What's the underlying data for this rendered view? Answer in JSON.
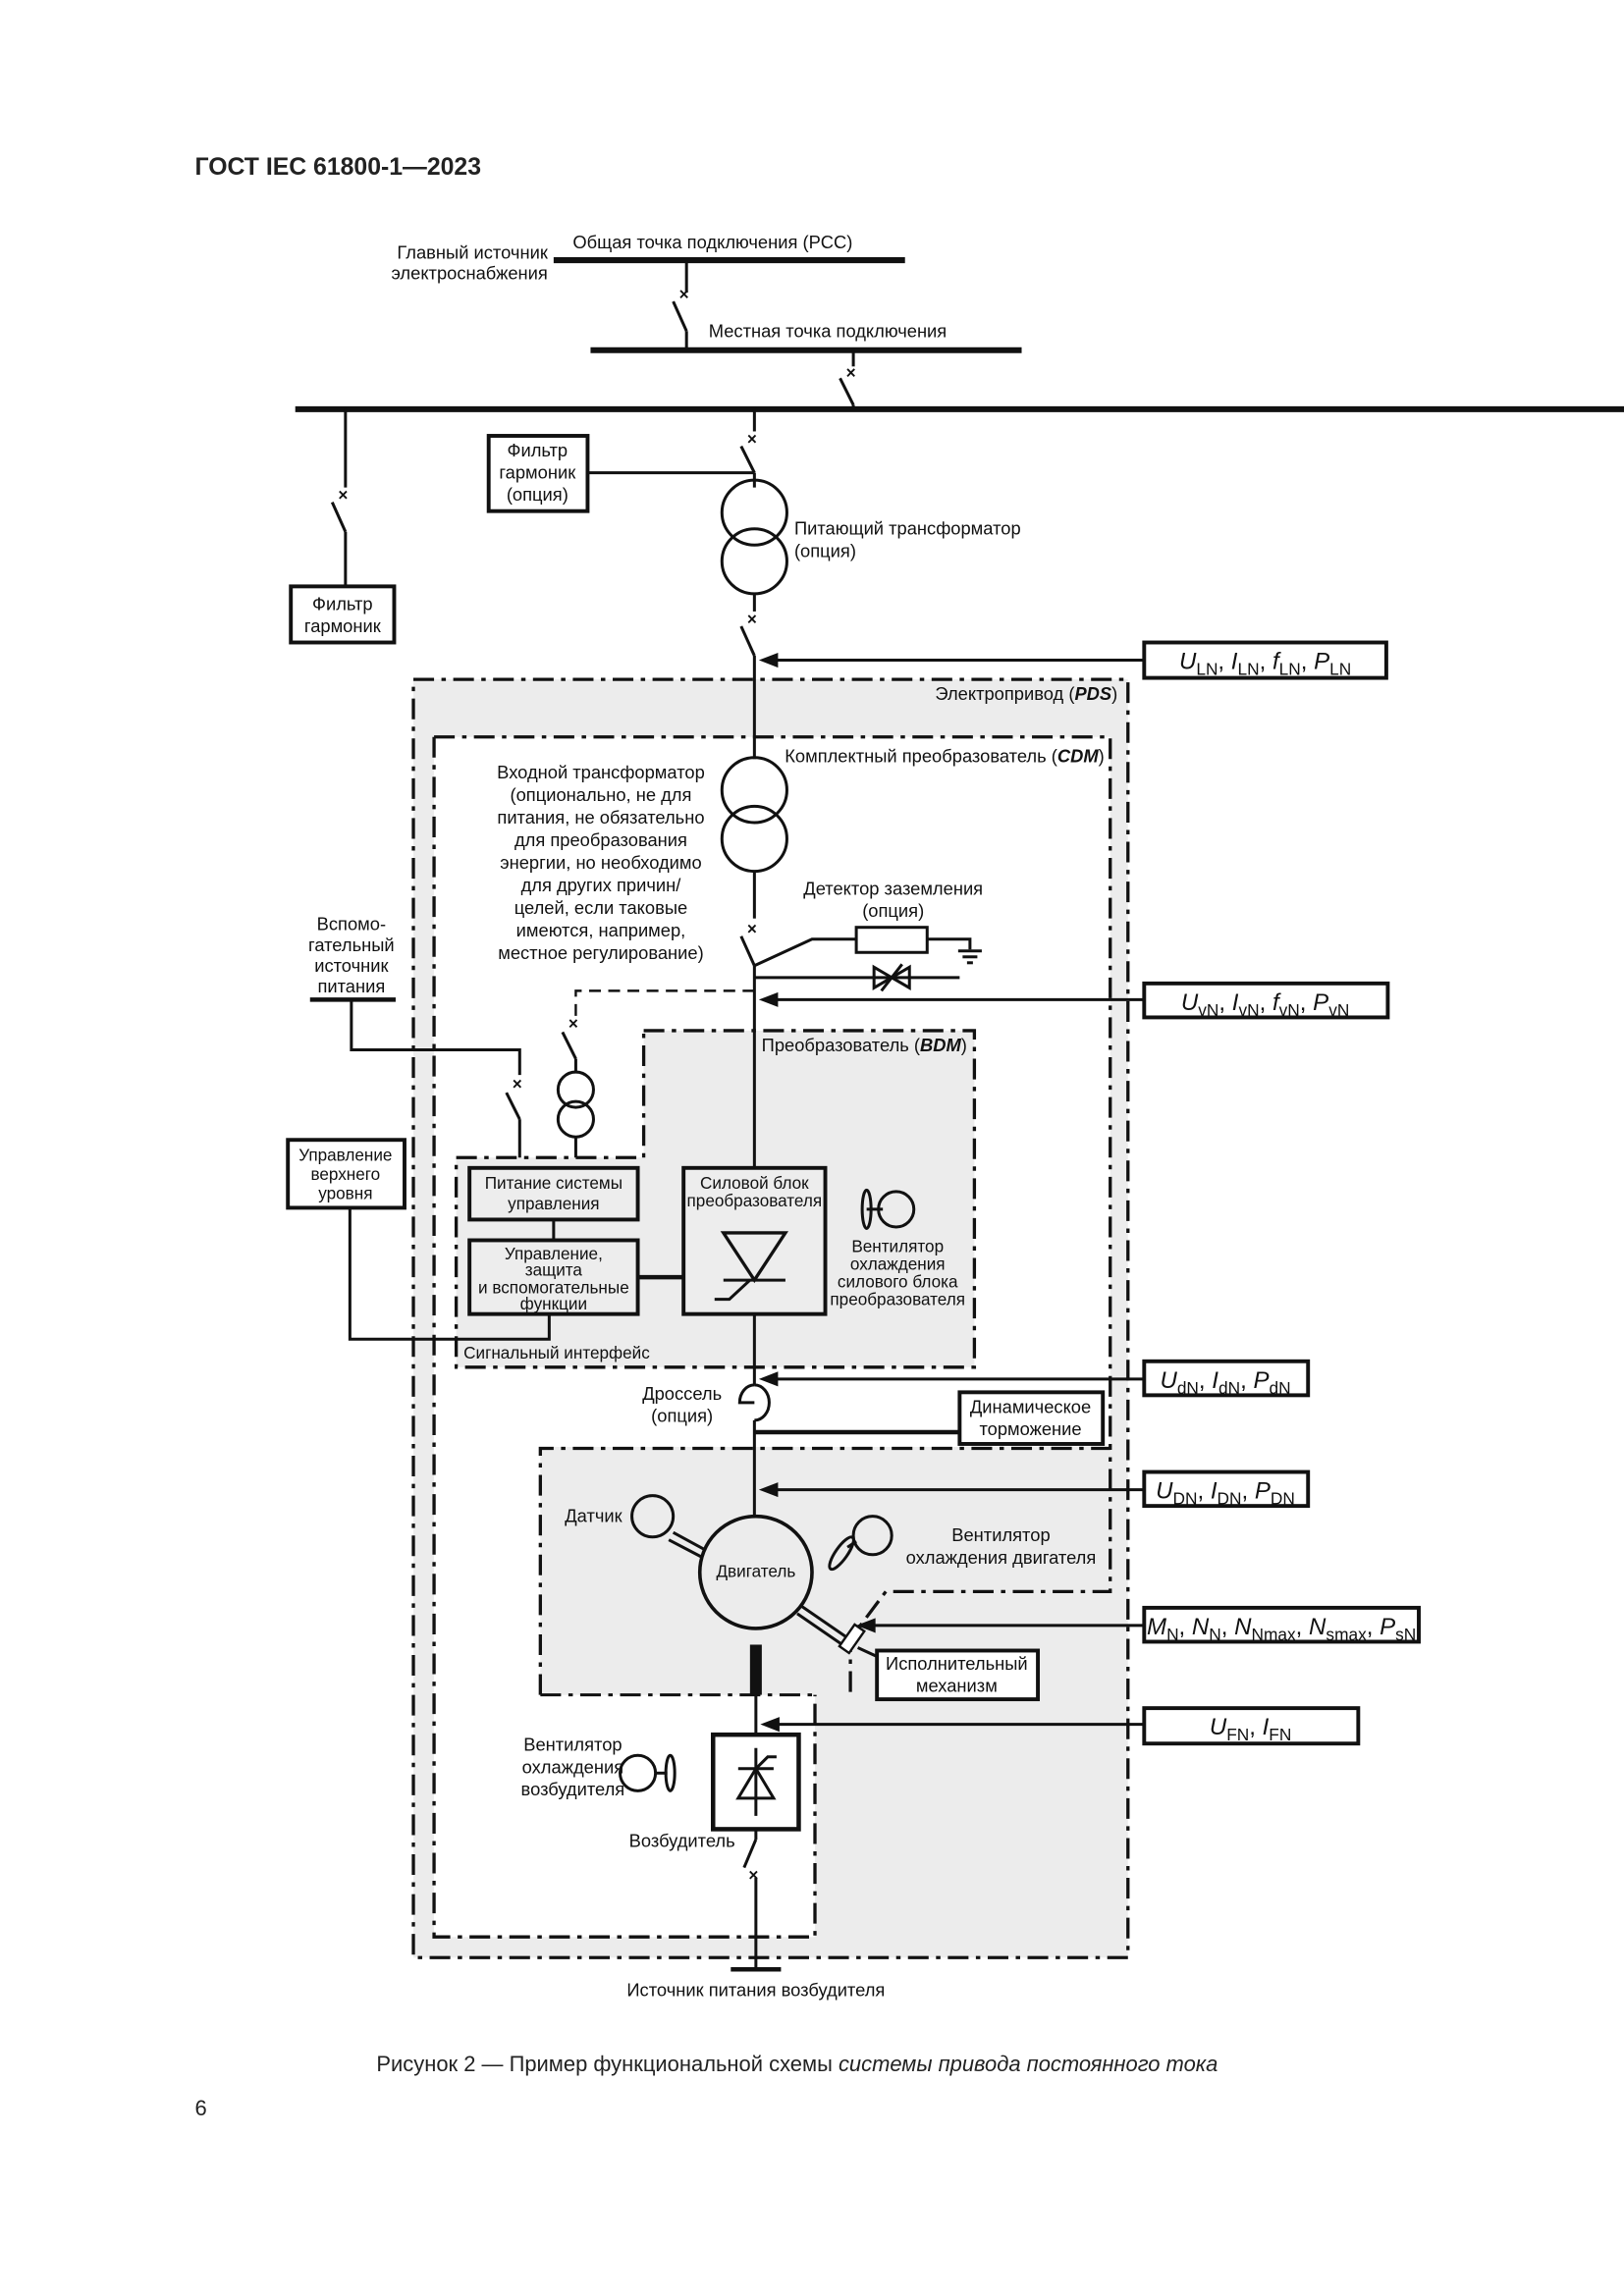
{
  "header": {
    "title": "ГОСТ IEC 61800-1—2023"
  },
  "diagram": {
    "main_supply": [
      "Главный источник",
      "электроснабжения"
    ],
    "pcc": "Общая точка подключения (PCC)",
    "local_point": "Местная точка подключения",
    "harmonic_filter_option": [
      "Фильтр",
      "гармоник",
      "(опция)"
    ],
    "harmonic_filter": [
      "Фильтр",
      "гармоник"
    ],
    "feed_transformer": [
      "Питающий трансформатор",
      "(опция)"
    ],
    "pds_label": {
      "text": "Электропривод (",
      "abbr": "PDS",
      "close": ")"
    },
    "cdm_label": {
      "text": "Комплектный преобразователь (",
      "abbr": "CDM",
      "close": ")"
    },
    "bdm_label": {
      "text": "Преобразователь (",
      "abbr": "BDM",
      "close": ")"
    },
    "input_transformer": [
      "Входной трансформатор",
      "(опционально, не для",
      "питания, не обязательно",
      "для преобразования",
      "энергии, но необходимо",
      "для других причин/",
      "целей, если таковые",
      "имеются, например,",
      "местное регулирование)"
    ],
    "ground_detector": [
      "Детектор заземления",
      "(опция)"
    ],
    "aux_supply": [
      "Вспомо-",
      "гательный",
      "источник",
      "питания"
    ],
    "upper_control": [
      "Управление",
      "верхнего",
      "уровня"
    ],
    "control_power": [
      "Питание системы",
      "управления"
    ],
    "control_protection": [
      "Управление,",
      "защита",
      "и вспомогательные",
      "функции"
    ],
    "power_block": [
      "Силовой блок",
      "преобразователя"
    ],
    "power_fan": [
      "Вентилятор",
      "охлаждения",
      "силового блока",
      "преобразователя"
    ],
    "signal_interface": "Сигнальный интерфейс",
    "choke": [
      "Дроссель",
      "(опция)"
    ],
    "dynamic_braking": [
      "Динамическое",
      "торможение"
    ],
    "sensor": "Датчик",
    "motor": "Двигатель",
    "motor_fan": [
      "Вентилятор",
      "охлаждения двигателя"
    ],
    "actuator": [
      "Исполнительный",
      "механизм"
    ],
    "exciter_fan": [
      "Вентилятор",
      "охлаждения",
      "возбудителя"
    ],
    "exciter": "Возбудитель",
    "exciter_supply": "Источник питания возбудителя",
    "params": {
      "line": [
        {
          "m": "U",
          "s": "LN"
        },
        {
          "m": "I",
          "s": "LN"
        },
        {
          "m": "f",
          "s": "LN"
        },
        {
          "m": "P",
          "s": "LN"
        }
      ],
      "valve": [
        {
          "m": "U",
          "s": "vN"
        },
        {
          "m": "I",
          "s": "vN"
        },
        {
          "m": "f",
          "s": "vN"
        },
        {
          "m": "P",
          "s": "vN"
        }
      ],
      "dc": [
        {
          "m": "U",
          "s": "dN"
        },
        {
          "m": "I",
          "s": "dN"
        },
        {
          "m": "P",
          "s": "dN"
        }
      ],
      "drive": [
        {
          "m": "U",
          "s": "DN"
        },
        {
          "m": "I",
          "s": "DN"
        },
        {
          "m": "P",
          "s": "DN"
        }
      ],
      "mech": [
        {
          "m": "M",
          "s": "N"
        },
        {
          "m": "N",
          "s": "N"
        },
        {
          "m": "N",
          "s": "Nmax"
        },
        {
          "m": "N",
          "s": "smax"
        },
        {
          "m": "P",
          "s": "sN"
        }
      ],
      "field": [
        {
          "m": "U",
          "s": "FN"
        },
        {
          "m": "I",
          "s": "FN"
        }
      ]
    }
  },
  "caption": {
    "prefix": "Рисунок 2 — Пример функциональной схемы ",
    "italic": "системы привода постоянного тока"
  },
  "page_number": "6"
}
